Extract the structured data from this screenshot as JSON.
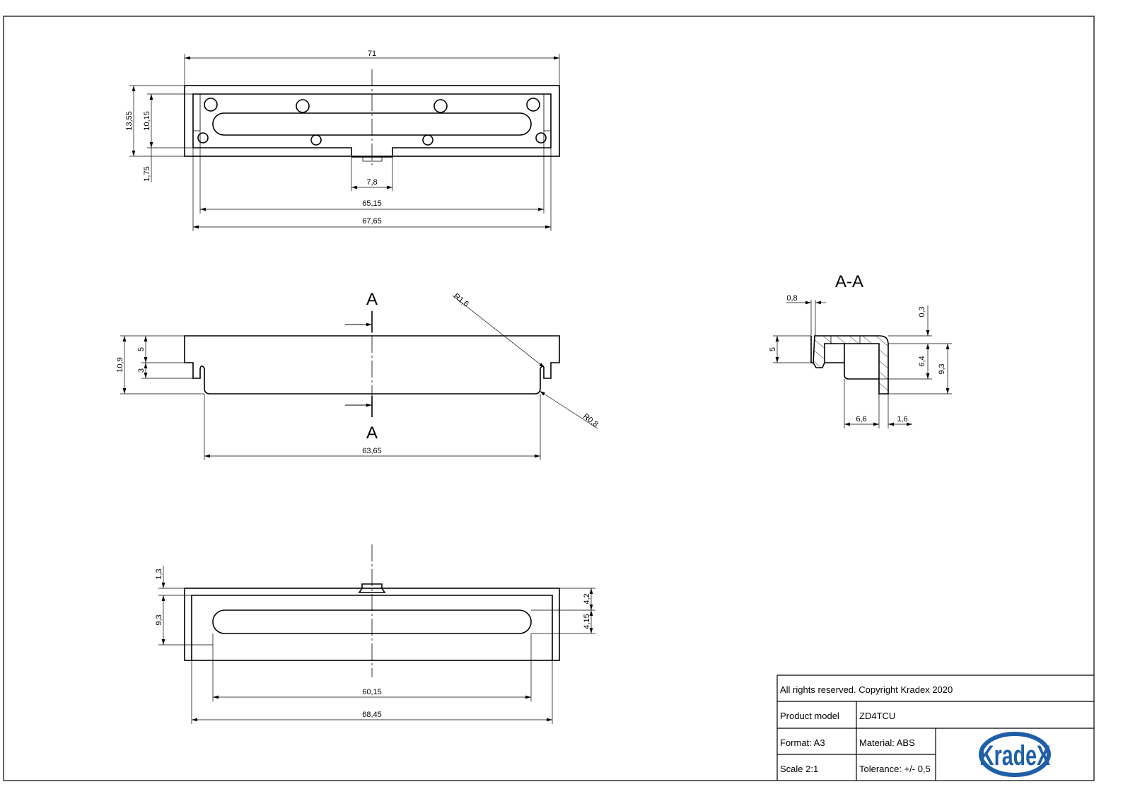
{
  "top_view": {
    "dims": {
      "overall_length": "71",
      "inner_width": "65,15",
      "frame_width": "67,65",
      "tab_width": "7,8",
      "height_outer": "13,55",
      "height_inner": "10,15",
      "tab_height": "1,75"
    }
  },
  "side_view": {
    "section_label_top": "A",
    "section_label_bottom": "A",
    "dims": {
      "radius_top": "R1,6",
      "radius_bottom": "R0,8",
      "body_length": "63,65",
      "total_height": "10,9",
      "top_height": "5",
      "leg_height": "3"
    }
  },
  "bottom_view": {
    "dims": {
      "slot_length": "60,15",
      "inner_length": "68,45",
      "tab_depth": "1,3",
      "slot_offset": "9,3",
      "offset_top": "4,2",
      "slot_height": "4,15"
    }
  },
  "section_aa": {
    "title": "A-A",
    "dims": {
      "wall": "0,8",
      "step": "5",
      "top_thickness": "0,3",
      "pocket_depth": "6,4",
      "leg_height": "9,3",
      "pocket_width": "6,6",
      "leg_width": "1,6"
    }
  },
  "title_block": {
    "copyright": "All rights reserved. Copyright Kradex 2020",
    "product_model_label": "Product model",
    "product_model_value": "ZD4TCU",
    "format": "Format: A3",
    "material": "Material: ABS",
    "scale": "Scale 2:1",
    "tolerance": "Tolerance: +/- 0,5",
    "logo_text": "KradeX",
    "logo_color": "#1f5fa8"
  }
}
